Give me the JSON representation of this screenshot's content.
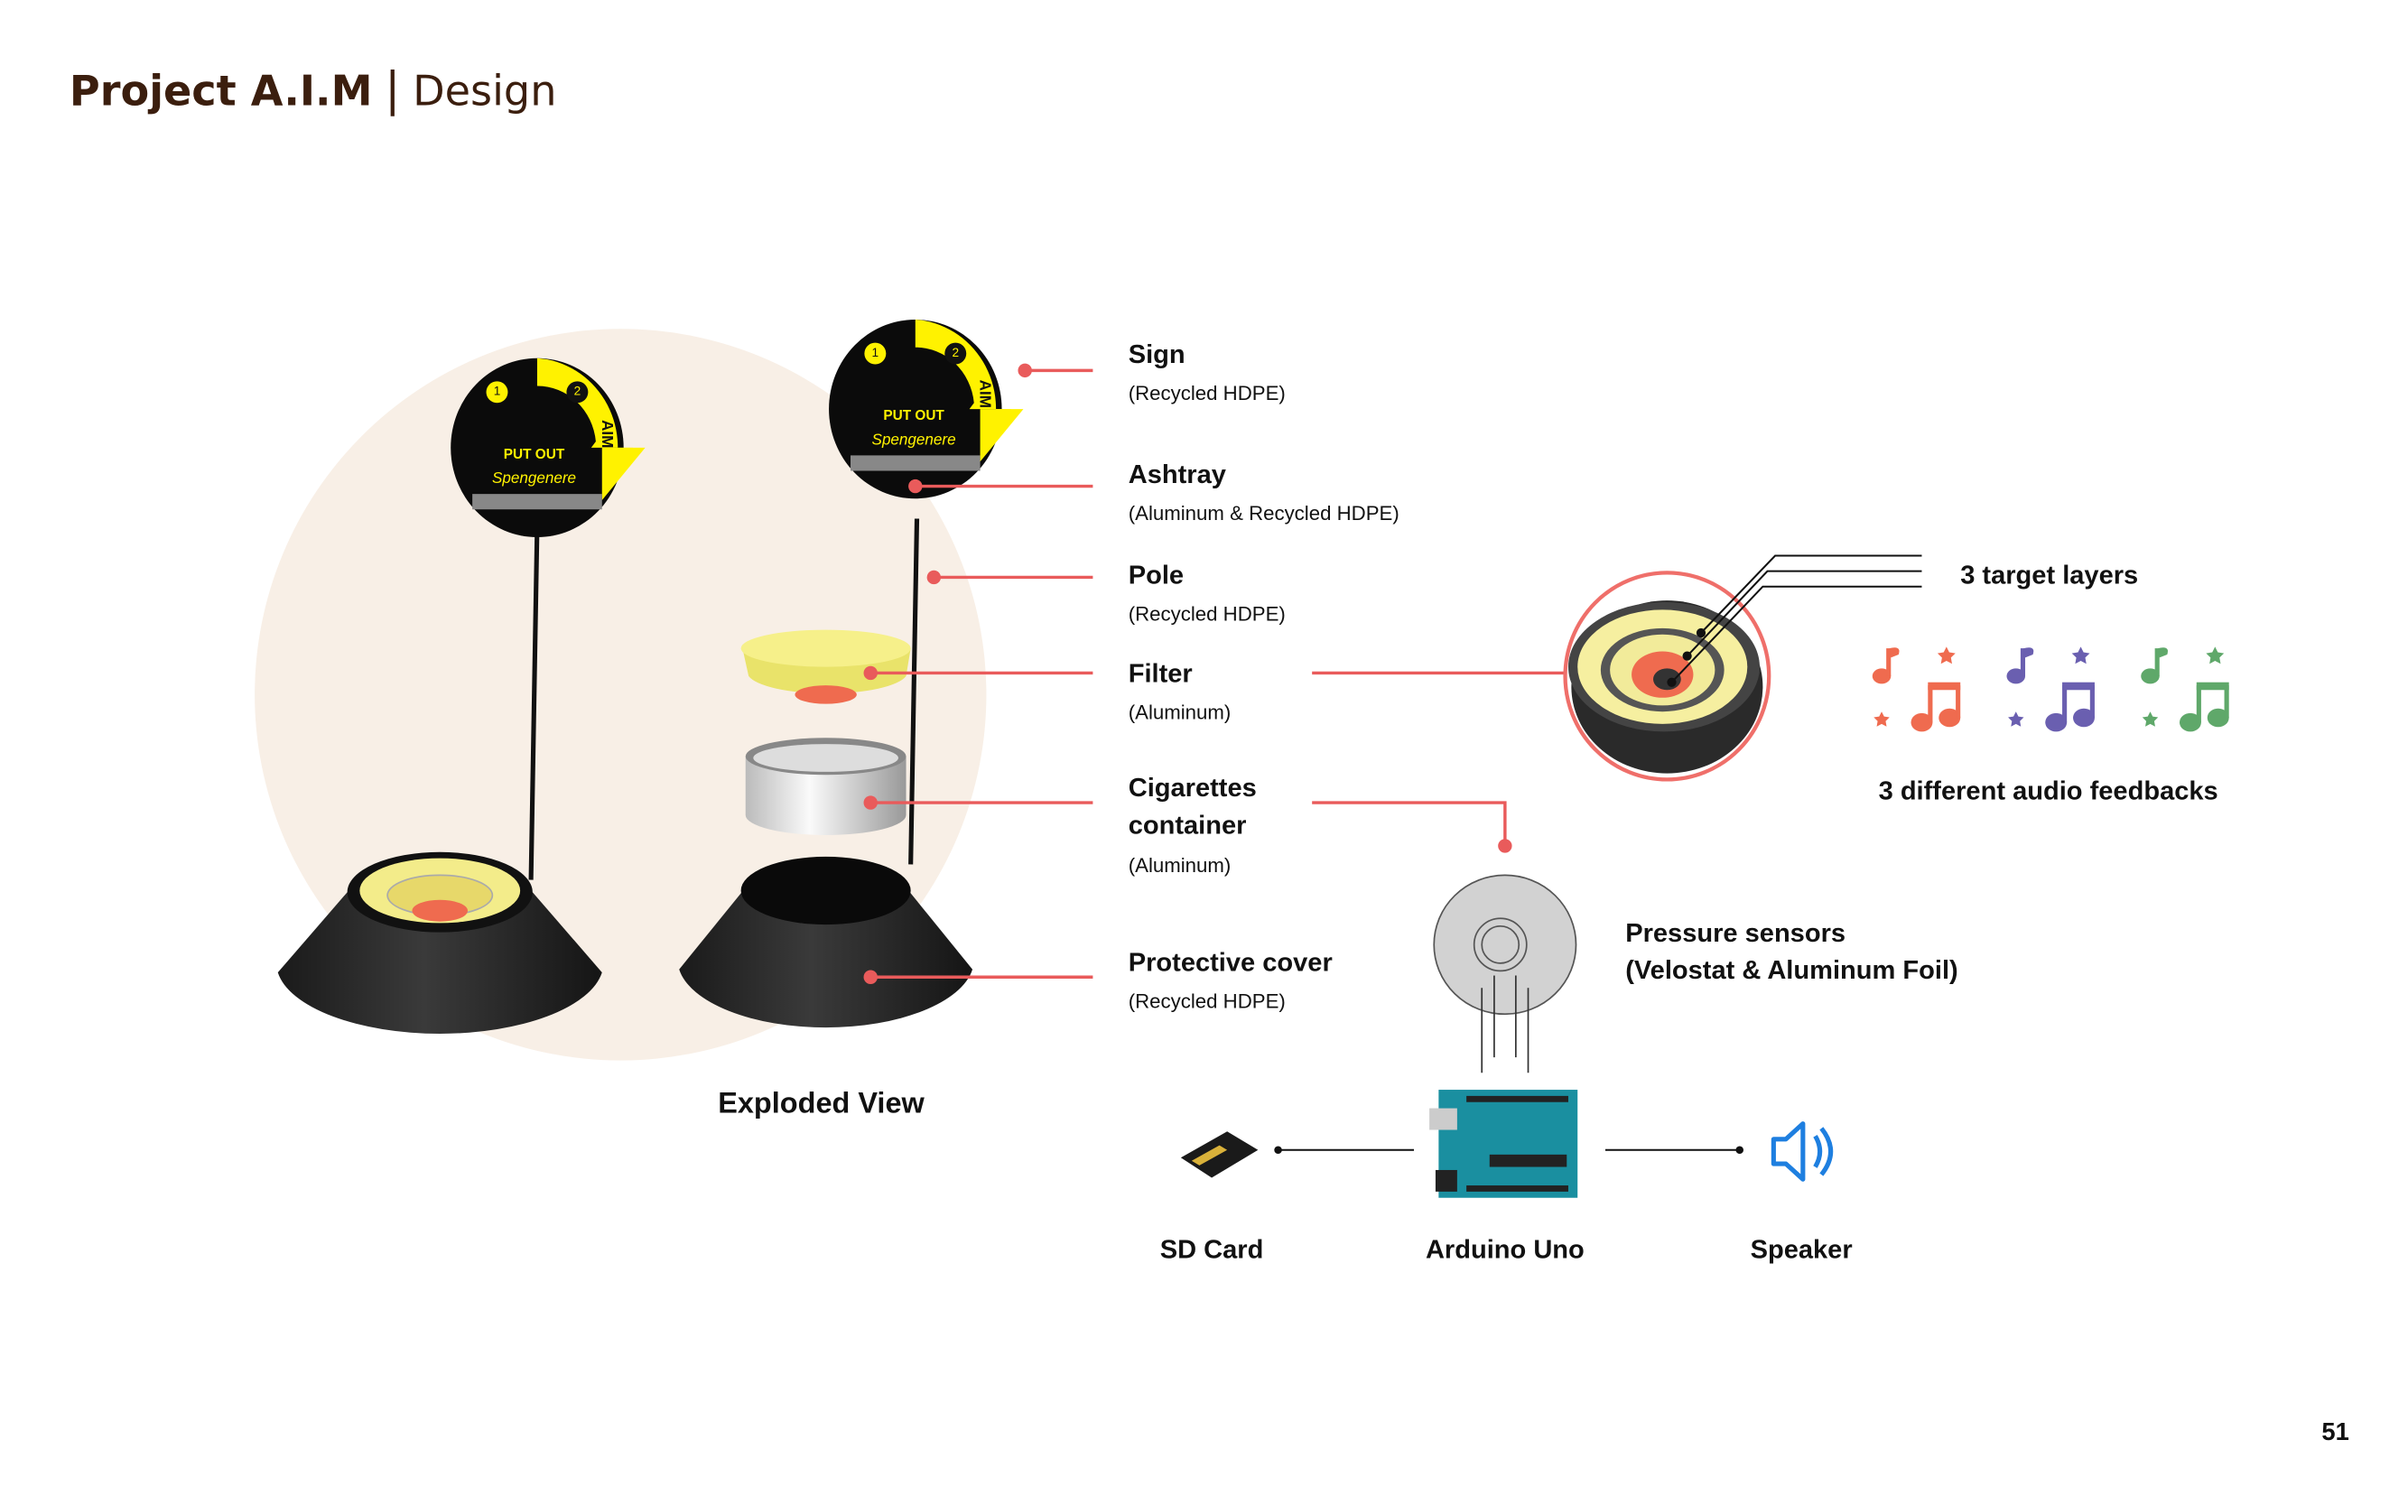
{
  "header": {
    "project": "Project A.I.M",
    "separator": "|",
    "section": "Design"
  },
  "sign": {
    "step1": "1",
    "step2": "2",
    "aim": "AIM",
    "put_out": "PUT OUT",
    "spengenere": "Spengenere"
  },
  "components": [
    {
      "name": "Sign",
      "material": "(Recycled HDPE)"
    },
    {
      "name": "Ashtray",
      "material": "(Aluminum & Recycled HDPE)"
    },
    {
      "name": "Pole",
      "material": "(Recycled HDPE)"
    },
    {
      "name": "Filter",
      "material": "(Aluminum)"
    },
    {
      "name_line1": "Cigarettes",
      "name_line2": "container",
      "material": "(Aluminum)"
    },
    {
      "name": "Protective cover",
      "material": "(Recycled HDPE)"
    }
  ],
  "exploded_view_label": "Exploded View",
  "target": {
    "label": "3 target layers",
    "audio_label": "3 different audio feedbacks"
  },
  "note_colors": [
    "#ef6b4f",
    "#6a5fb0",
    "#5fa86a"
  ],
  "sensors": {
    "line1": "Pressure sensors",
    "line2": "(Velostat & Aluminum Foil)"
  },
  "electronics": {
    "sd": "SD Card",
    "arduino": "Arduino Uno",
    "speaker": "Speaker"
  },
  "colors": {
    "accent": "#e95b5b",
    "title": "#3b1e0e",
    "beige": "#f8efe6",
    "yellow": "#fff200",
    "arduino": "#1a8fa0",
    "speaker": "#1e7fe0"
  },
  "page_number": "51"
}
